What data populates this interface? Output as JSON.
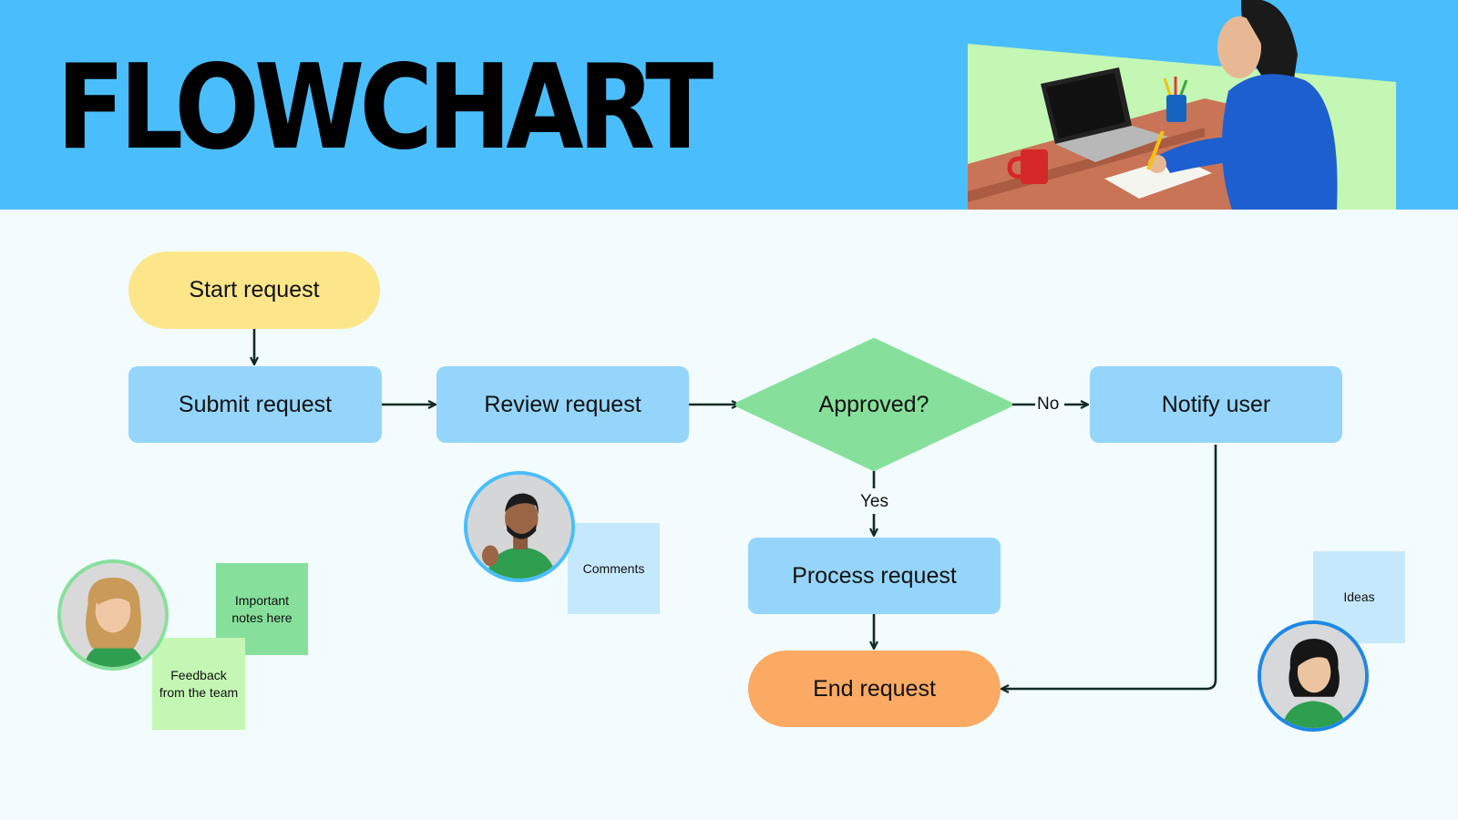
{
  "header": {
    "title": "FLOWCHART",
    "background_color": "#4ABEFD",
    "hero_icon": "person-at-desk-illustration"
  },
  "flow": {
    "start": {
      "label": "Start request",
      "color": "#FDE68A"
    },
    "submit": {
      "label": "Submit request",
      "color": "#95D5FB"
    },
    "review": {
      "label": "Review request",
      "color": "#95D5FB"
    },
    "decision": {
      "label": "Approved?",
      "color": "#86E09B"
    },
    "notify": {
      "label": "Notify user",
      "color": "#95D5FB"
    },
    "process": {
      "label": "Process request",
      "color": "#95D5FB"
    },
    "end": {
      "label": "End request",
      "color": "#FBAA63"
    },
    "edge_no": "No",
    "edge_yes": "Yes"
  },
  "notes": {
    "comments": {
      "text": "Comments",
      "color": "#C6E8FD"
    },
    "important": {
      "text": "Important notes here",
      "color": "#86E09B"
    },
    "feedback": {
      "text": "Feedback from the team",
      "color": "#C4F7B4"
    },
    "ideas": {
      "text": "Ideas",
      "color": "#C6E8FD"
    }
  },
  "avatars": {
    "man": {
      "icon": "avatar-man-icon",
      "ring_color": "#4ABEFD"
    },
    "woman_blonde": {
      "icon": "avatar-woman-icon",
      "ring_color": "#86E09B"
    },
    "woman_dark": {
      "icon": "avatar-woman-icon",
      "ring_color": "#1E88E5"
    }
  }
}
